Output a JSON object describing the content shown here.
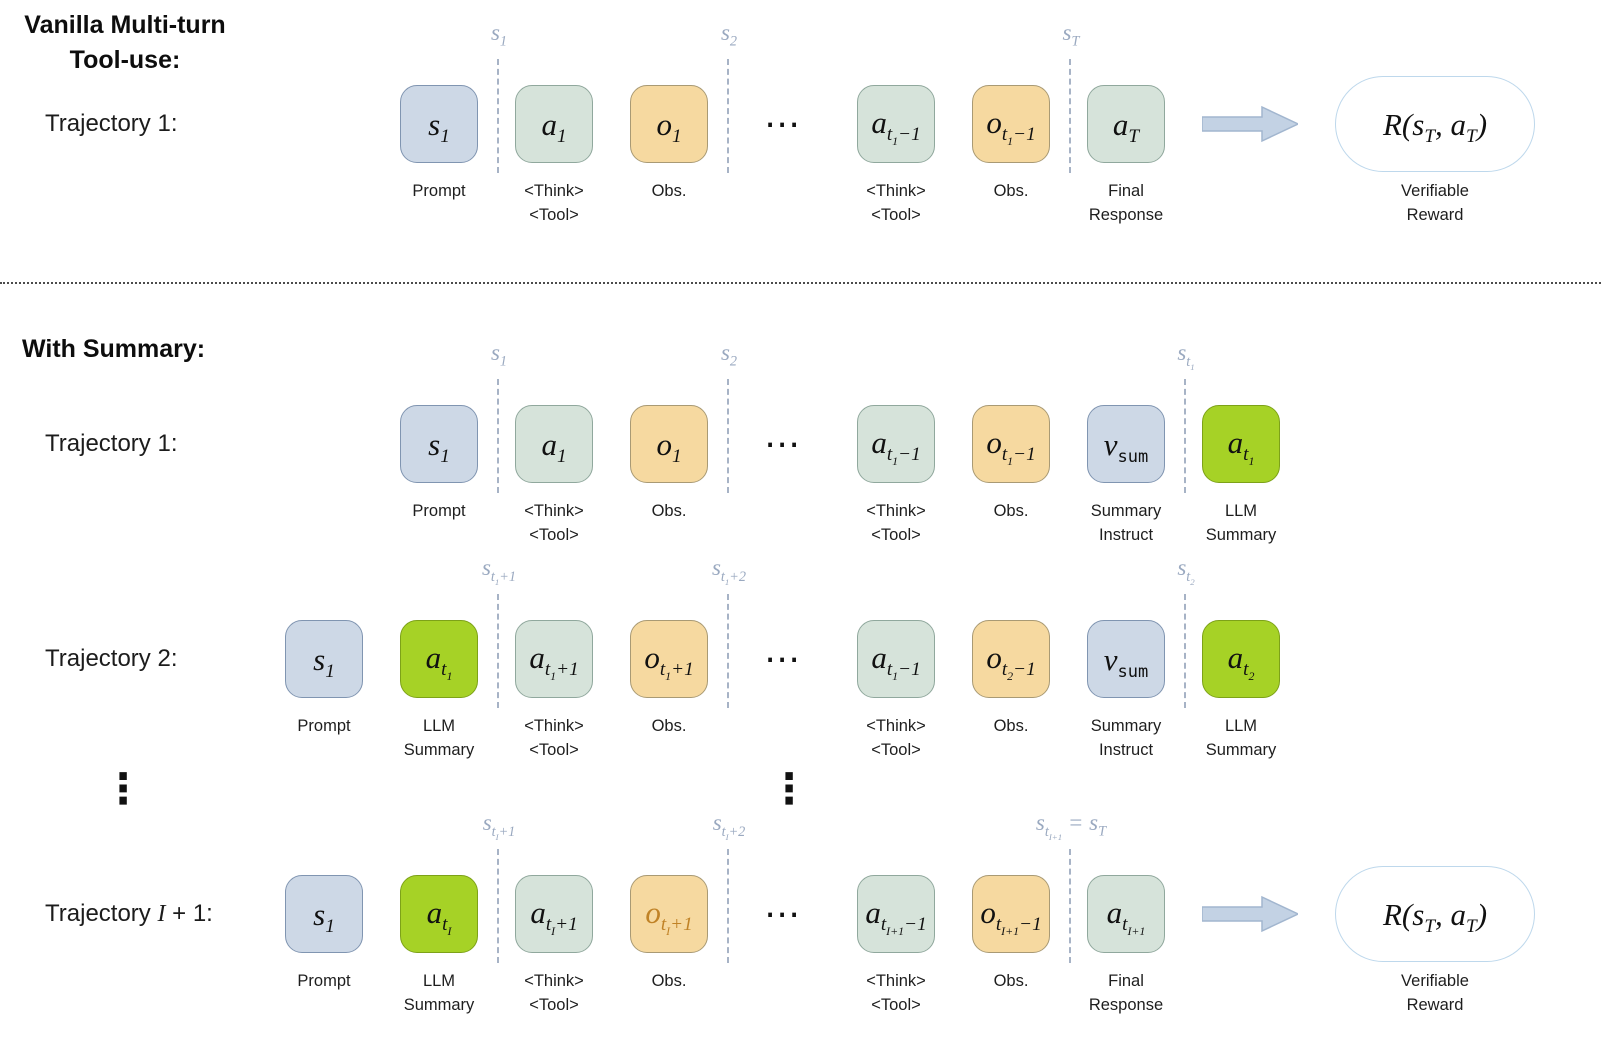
{
  "sections": {
    "vanilla": {
      "title": "Vanilla Multi-turn\nTool-use:"
    },
    "summary": {
      "title": "With Summary:"
    }
  },
  "glyphs": {
    "hdots": "⋯",
    "vdots": "⋮"
  },
  "palette": {
    "state_fill": "#cdd8e6",
    "state_border": "#8095b1",
    "action_fill": "#d6e3da",
    "action_border": "#90a89d",
    "observation_fill": "#f6d9a0",
    "observation_border": "#a99a74",
    "llm_summary_fill": "#a6d226",
    "llm_summary_border": "#7da218",
    "separator": "#a7b3c6",
    "arrow": "#c3d2e4",
    "reward_border": "#bed8ec",
    "sep_label_text": "#9aa9c0",
    "obs_accent_text": "#c08226"
  },
  "rows": {
    "vanilla_t1": {
      "label": "Trajectory 1:",
      "items": [
        {
          "kind": "state",
          "math": "s<sub>1</sub>",
          "cap": "Prompt",
          "sep": "s<sub>1</sub>"
        },
        {
          "kind": "action",
          "math": "a<sub>1</sub>",
          "cap": "<Think>\n<Tool>"
        },
        {
          "kind": "obs",
          "math": "o<sub>1</sub>",
          "cap": "Obs.",
          "sep": "s<sub>2</sub>"
        },
        {
          "kind": "dots"
        },
        {
          "kind": "action",
          "math": "a<sub>t<sub>1</sub>−1</sub>",
          "cap": "<Think>\n<Tool>"
        },
        {
          "kind": "obs",
          "math": "o<sub>t<sub>1</sub>−1</sub>",
          "cap": "Obs.",
          "sep": "s<sub>T</sub>"
        },
        {
          "kind": "action",
          "math": "a<sub>T</sub>",
          "cap": "Final\nResponse"
        },
        {
          "kind": "arrow"
        },
        {
          "kind": "reward",
          "math": "R(s<sub>T</sub>, a<sub>T</sub>)",
          "cap": "Verifiable\nReward"
        }
      ]
    },
    "summary_t1": {
      "label": "Trajectory 1:",
      "items": [
        {
          "kind": "state",
          "math": "s<sub>1</sub>",
          "cap": "Prompt",
          "sep": "s<sub>1</sub>"
        },
        {
          "kind": "action",
          "math": "a<sub>1</sub>",
          "cap": "<Think>\n<Tool>"
        },
        {
          "kind": "obs",
          "math": "o<sub>1</sub>",
          "cap": "Obs.",
          "sep": "s<sub>2</sub>"
        },
        {
          "kind": "dots"
        },
        {
          "kind": "action",
          "math": "a<sub>t<sub>1</sub>−1</sub>",
          "cap": "<Think>\n<Tool>"
        },
        {
          "kind": "obs",
          "math": "o<sub>t<sub>1</sub>−1</sub>",
          "cap": "Obs."
        },
        {
          "kind": "vsum",
          "math": "v<sub>sum</sub>",
          "cap": "Summary\nInstruct",
          "sep": "s<sub>t<sub>1</sub></sub>"
        },
        {
          "kind": "llm",
          "math": "a<sub>t<sub>1</sub></sub>",
          "cap": "LLM\nSummary"
        }
      ]
    },
    "summary_t2": {
      "label": "Trajectory 2:",
      "items": [
        {
          "kind": "state",
          "math": "s<sub>1</sub>",
          "cap": "Prompt"
        },
        {
          "kind": "llm",
          "math": "a<sub>t<sub>1</sub></sub>",
          "cap": "LLM\nSummary",
          "sep": "s<sub>t<sub>1</sub>+1</sub>"
        },
        {
          "kind": "action",
          "math": "a<sub>t<sub>1</sub>+1</sub>",
          "cap": "<Think>\n<Tool>"
        },
        {
          "kind": "obs",
          "math": "o<sub>t<sub>1</sub>+1</sub>",
          "cap": "Obs.",
          "sep": "s<sub>t<sub>1</sub>+2</sub>"
        },
        {
          "kind": "dots"
        },
        {
          "kind": "action",
          "math": "a<sub>t<sub>1</sub>−1</sub>",
          "cap": "<Think>\n<Tool>"
        },
        {
          "kind": "obs",
          "math": "o<sub>t<sub>2</sub>−1</sub>",
          "cap": "Obs."
        },
        {
          "kind": "vsum",
          "math": "v<sub>sum</sub>",
          "cap": "Summary\nInstruct",
          "sep": "s<sub>t<sub>2</sub></sub>"
        },
        {
          "kind": "llm",
          "math": "a<sub>t<sub>2</sub></sub>",
          "cap": "LLM\nSummary"
        }
      ]
    },
    "summary_tI1": {
      "label": "Trajectory <i>I</i> + 1:",
      "items": [
        {
          "kind": "state",
          "math": "s<sub>1</sub>",
          "cap": "Prompt"
        },
        {
          "kind": "llm",
          "math": "a<sub>t<sub>I</sub></sub>",
          "cap": "LLM\nSummary",
          "sep": "s<sub>t<sub>I</sub>+1</sub>"
        },
        {
          "kind": "action",
          "math": "a<sub>t<sub>I</sub>+1</sub>",
          "cap": "<Think>\n<Tool>"
        },
        {
          "kind": "obs",
          "math": "o<sub>t<sub>I</sub>+1</sub>",
          "cap": "Obs.",
          "ink": "orange",
          "sep": "s<sub>t<sub>I</sub>+2</sub>"
        },
        {
          "kind": "dots"
        },
        {
          "kind": "action",
          "math": "a<sub>t<sub>I+1</sub>−1</sub>",
          "cap": "<Think>\n<Tool>"
        },
        {
          "kind": "obs",
          "math": "o<sub>t<sub>I+1</sub>−1</sub>",
          "cap": "Obs.",
          "sep": "s<sub>t<sub>I+1</sub></sub> = s<sub>T</sub>"
        },
        {
          "kind": "action",
          "math": "a<sub>t<sub>I+1</sub></sub>",
          "cap": "Final\nResponse"
        },
        {
          "kind": "arrow"
        },
        {
          "kind": "reward",
          "math": "R(s<sub>T</sub>, a<sub>T</sub>)",
          "cap": "Verifiable\nReward"
        }
      ]
    }
  }
}
